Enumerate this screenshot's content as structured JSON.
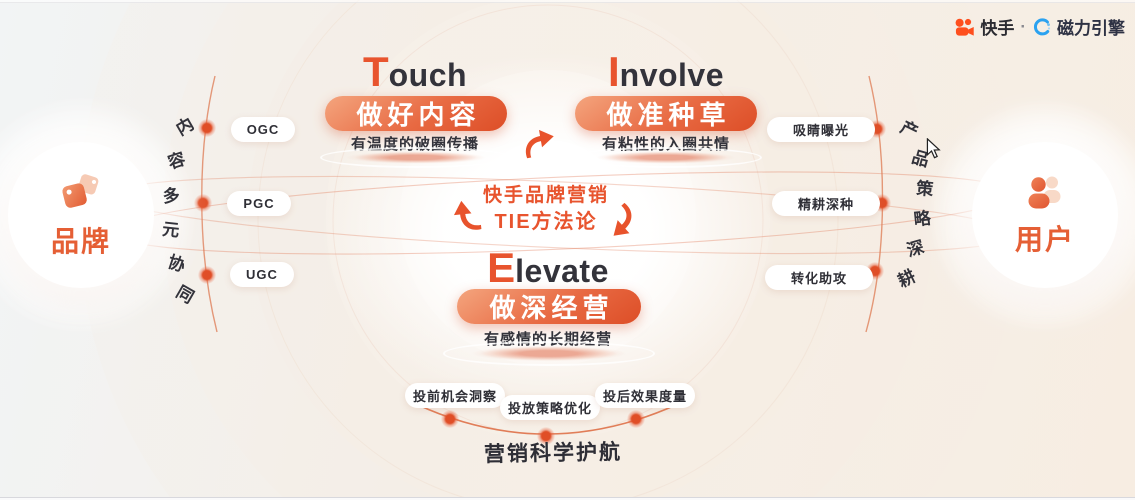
{
  "header": {
    "kuaishou": "快手",
    "separator": "·",
    "engine": "磁力引擎"
  },
  "left_node": {
    "label": "品牌"
  },
  "right_node": {
    "label": "用户"
  },
  "left_arc_label": "内容多元协同",
  "right_arc_label": "产品策略深耕",
  "center": {
    "line1": "快手品牌营销",
    "line2": "TIE方法论"
  },
  "stages": {
    "touch": {
      "initial": "T",
      "rest": "ouch",
      "pill": "做好内容",
      "desc": "有温度的破圈传播"
    },
    "involve": {
      "initial": "I",
      "rest": "nvolve",
      "pill": "做准种草",
      "desc": "有粘性的入圈共情"
    },
    "elevate": {
      "initial": "E",
      "rest": "levate",
      "pill": "做深经营",
      "desc": "有感情的长期经营"
    }
  },
  "left_pills": [
    "OGC",
    "PGC",
    "UGC"
  ],
  "right_pills": [
    "吸睛曝光",
    "精耕深种",
    "转化助攻"
  ],
  "bottom_pills": [
    "投前机会洞察",
    "投放策略优化",
    "投后效果度量"
  ],
  "bottom_title": "营销科学护航",
  "colors": {
    "accent_orange": "#E8542E",
    "pill_gradient_start": "#F4A57E",
    "pill_gradient_end": "#DD4E27",
    "dark_text": "#33333B",
    "kuaishou_orange": "#FE4F1E",
    "engine_blue": "#2BA2F0"
  }
}
